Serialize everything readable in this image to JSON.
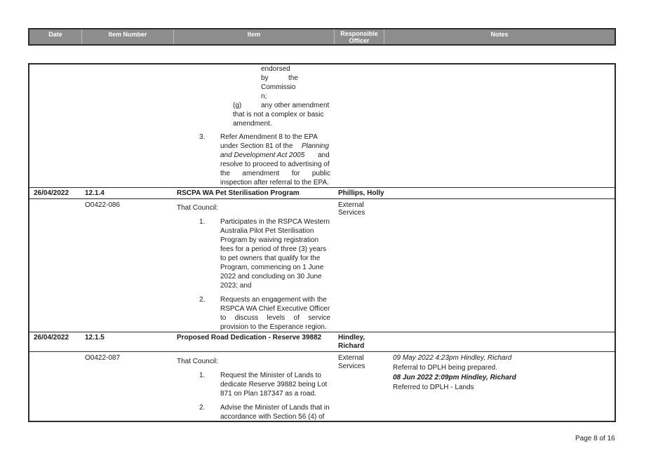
{
  "header": {
    "date": "Date",
    "item_number": "Item Number",
    "item": "Item",
    "responsible_officer_1": "Responsible",
    "responsible_officer_2": "Officer",
    "notes": "Notes"
  },
  "continuation": {
    "lines": [
      "endorsed",
      "by",
      "the",
      "Commissio",
      "n;"
    ],
    "sub_g_label": "(g)",
    "sub_g_text_1": "any other amendment",
    "sub_g_text_2": "that is not a complex or basic",
    "sub_g_text_3": "amendment.",
    "point3_num": "3.",
    "point3_lines": [
      "Refer Amendment 8 to the EPA",
      "under Section 81 of the",
      "Planning",
      "and Development Act 2005",
      "and",
      "resolve to proceed to advertising of",
      "the amendment for public",
      "inspection after referral to the EPA."
    ]
  },
  "item1": {
    "date": "26/04/2022",
    "number": "12.1.4",
    "title": "RSCPA WA Pet Sterilisation Program",
    "officer": "Phillips, Holly",
    "ref": "O0422-086",
    "that_council": "That Council:",
    "dept_1": "External",
    "dept_2": "Services",
    "p1_num": "1.",
    "p1_lines": [
      "Participates in the RSPCA Western",
      "Australia Pilot Pet Sterilisation",
      "Program by waiving registration",
      "fees for a period of three (3) years",
      "to pet owners that qualify for the",
      "Program, commencing on 1 June",
      "2022 and concluding on 30 June",
      "2023; and"
    ],
    "p2_num": "2.",
    "p2_lines": [
      "Requests an engagement with the",
      "RSPCA WA Chief Executive Officer",
      "to discuss levels of service",
      "provision to the Esperance region."
    ]
  },
  "item2": {
    "date": "26/04/2022",
    "number": "12.1.5",
    "title": "Proposed Road Dedication - Reserve 39882",
    "officer_1": "Hindley,",
    "officer_2": "Richard",
    "ref": "O0422-087",
    "that_council": "That Council:",
    "dept_1": "External",
    "dept_2": "Services",
    "p1_num": "1.",
    "p1_lines": [
      "Request the Minister of Lands to",
      "dedicate Reserve 39882 being Lot",
      "871 on Plan 187347 as a road."
    ],
    "p2_num": "2.",
    "p2_lines": [
      "Advise the Minister of Lands that in",
      "accordance with Section 56 (4) of"
    ],
    "notes": [
      {
        "stamp": "09 May 2022 4:23pm Hindley, Richard",
        "text": "Referral to DPLH being prepared."
      },
      {
        "stamp": "08 Jun 2022 2:09pm Hindley, Richard",
        "text": "Referred to DPLH - Lands"
      }
    ]
  },
  "footer": {
    "page": "Page 8 of 16"
  }
}
